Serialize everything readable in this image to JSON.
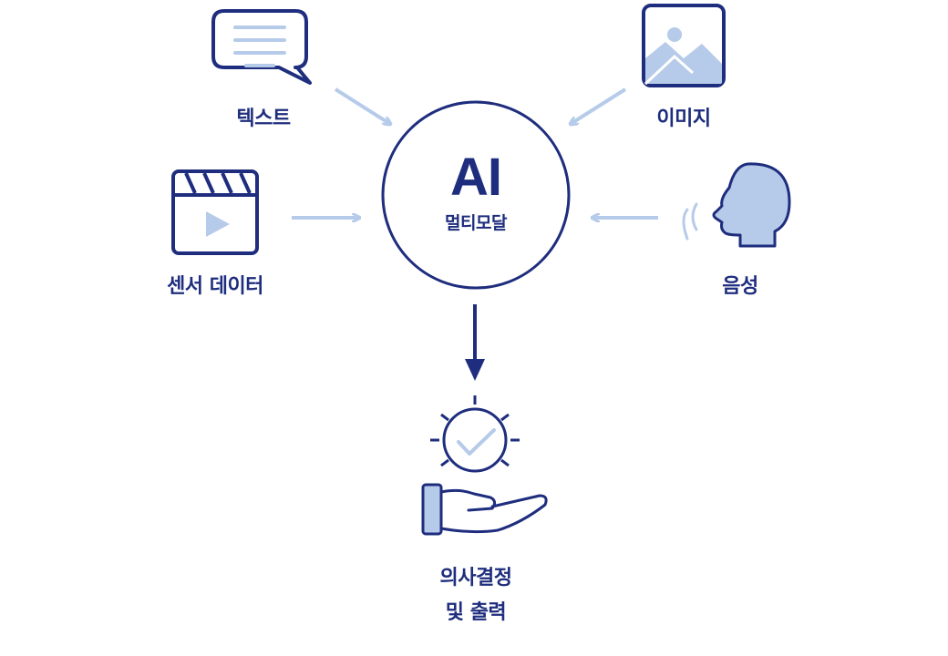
{
  "center": {
    "title": "AI",
    "subtitle": "멀티모달"
  },
  "inputs": {
    "text": {
      "label": "텍스트",
      "icon": "chat-text-icon"
    },
    "image": {
      "label": "이미지",
      "icon": "image-icon"
    },
    "sensor": {
      "label": "센서 데이터",
      "icon": "video-clapper-icon"
    },
    "voice": {
      "label": "음성",
      "icon": "speaking-head-icon"
    }
  },
  "output": {
    "line1": "의사결정",
    "line2": "및 출력",
    "icon": "hand-check-icon"
  },
  "colors": {
    "navy": "#1e2d7d",
    "light_blue": "#b6cbe9",
    "white": "#ffffff"
  }
}
